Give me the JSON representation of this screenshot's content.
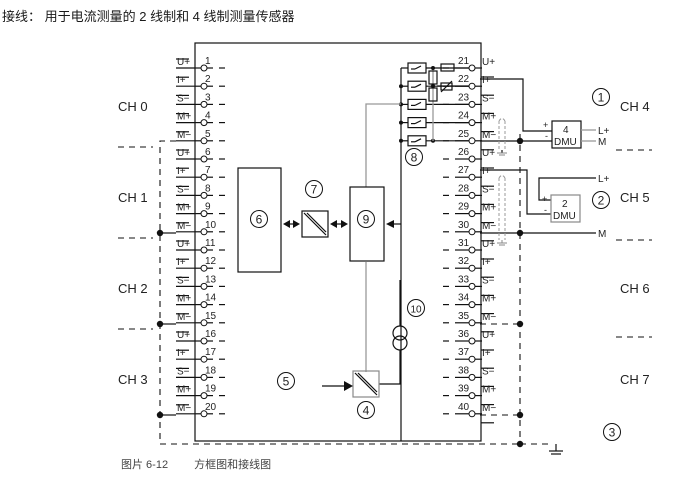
{
  "title": "接线： 用于电流测量的 2 线制和 4 线制测量传感器",
  "caption": {
    "figure_number": "图片 6-12",
    "text": "方框图和接线图"
  },
  "left_channels": [
    "CH 0",
    "CH 1",
    "CH 2",
    "CH 3"
  ],
  "right_channels": [
    "CH 4",
    "CH 5",
    "CH 6",
    "CH 7"
  ],
  "left_terminals": [
    {
      "num": "1",
      "sig": "U+"
    },
    {
      "num": "2",
      "sig": "I+"
    },
    {
      "num": "3",
      "sig": "S−"
    },
    {
      "num": "4",
      "sig": "M+"
    },
    {
      "num": "5",
      "sig": "M−"
    },
    {
      "num": "6",
      "sig": "U+"
    },
    {
      "num": "7",
      "sig": "I+"
    },
    {
      "num": "8",
      "sig": "S−"
    },
    {
      "num": "9",
      "sig": "M+"
    },
    {
      "num": "10",
      "sig": "M−"
    },
    {
      "num": "11",
      "sig": "U+"
    },
    {
      "num": "12",
      "sig": "I+"
    },
    {
      "num": "13",
      "sig": "S−"
    },
    {
      "num": "14",
      "sig": "M+"
    },
    {
      "num": "15",
      "sig": "M−"
    },
    {
      "num": "16",
      "sig": "U+"
    },
    {
      "num": "17",
      "sig": "I+"
    },
    {
      "num": "18",
      "sig": "S−"
    },
    {
      "num": "19",
      "sig": "M+"
    },
    {
      "num": "20",
      "sig": "M−"
    }
  ],
  "right_terminals": [
    {
      "num": "21",
      "sig": "U+"
    },
    {
      "num": "22",
      "sig": "I+"
    },
    {
      "num": "23",
      "sig": "S−"
    },
    {
      "num": "24",
      "sig": "M+"
    },
    {
      "num": "25",
      "sig": "M−"
    },
    {
      "num": "26",
      "sig": "U+"
    },
    {
      "num": "27",
      "sig": "I+"
    },
    {
      "num": "28",
      "sig": "S−"
    },
    {
      "num": "29",
      "sig": "M+"
    },
    {
      "num": "30",
      "sig": "M−"
    },
    {
      "num": "31",
      "sig": "U+"
    },
    {
      "num": "32",
      "sig": "I+"
    },
    {
      "num": "33",
      "sig": "S−"
    },
    {
      "num": "34",
      "sig": "M+"
    },
    {
      "num": "35",
      "sig": "M−"
    },
    {
      "num": "36",
      "sig": "U+"
    },
    {
      "num": "37",
      "sig": "I+"
    },
    {
      "num": "38",
      "sig": "S−"
    },
    {
      "num": "39",
      "sig": "M+"
    },
    {
      "num": "40",
      "sig": "M−"
    }
  ],
  "callouts": [
    "1",
    "2",
    "3",
    "4",
    "5",
    "6",
    "7",
    "8",
    "9",
    "10"
  ],
  "transducers": [
    {
      "wires": "4",
      "label": "DMU",
      "plus": "+",
      "minus": "-",
      "supply_plus": "L+",
      "supply_minus": "M"
    },
    {
      "wires": "2",
      "label": "DMU",
      "plus": "+",
      "minus": "-",
      "supply_plus": "L+",
      "supply_minus": "M"
    }
  ]
}
